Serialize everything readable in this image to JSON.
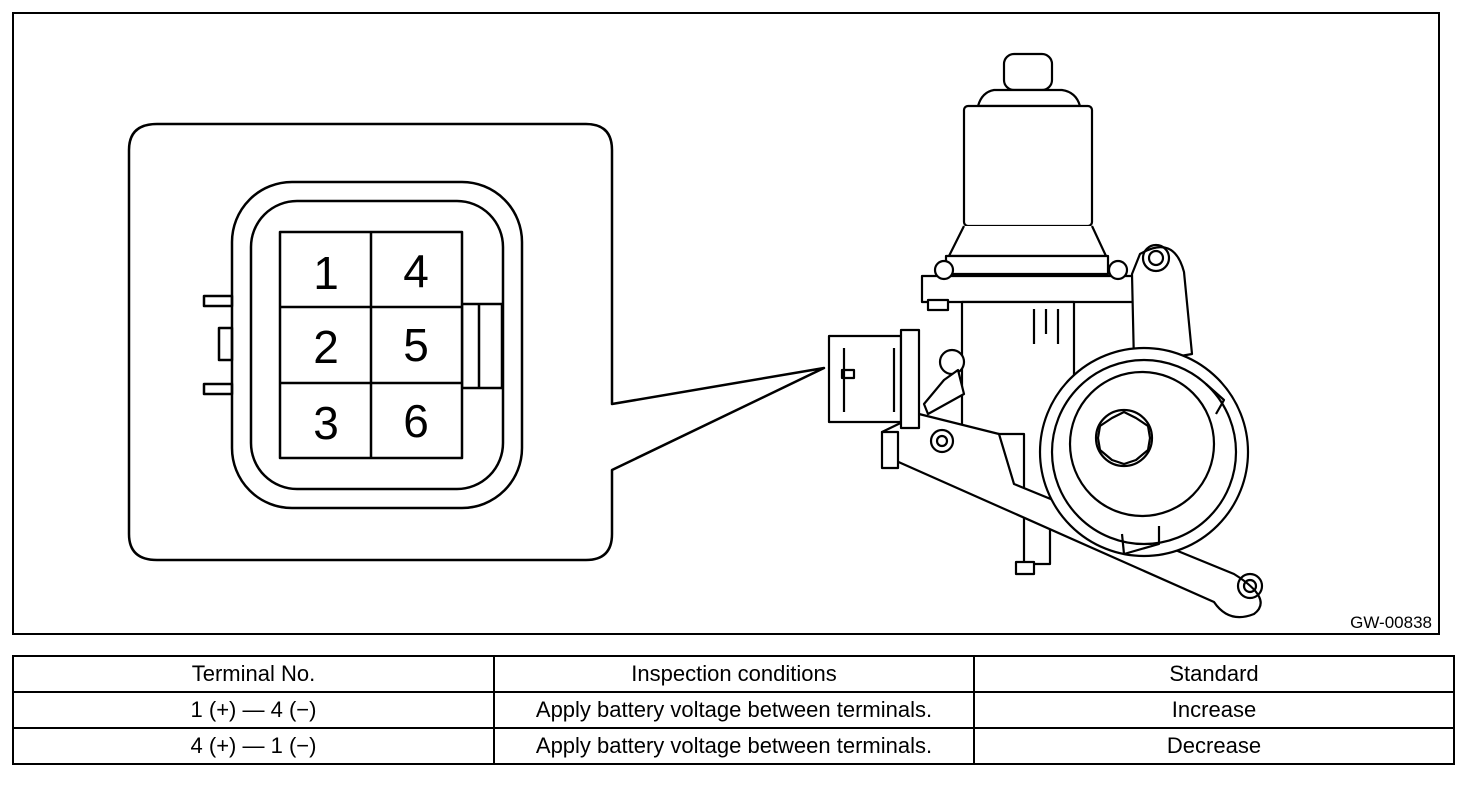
{
  "figure": {
    "figure_code": "GW-00838",
    "connector_terminals": [
      "1",
      "2",
      "3",
      "4",
      "5",
      "6"
    ]
  },
  "table": {
    "headers": [
      "Terminal No.",
      "Inspection conditions",
      "Standard"
    ],
    "rows": [
      [
        "1 (+) — 4 (−)",
        "Apply battery voltage between terminals.",
        "Increase"
      ],
      [
        "4 (+) — 1 (−)",
        "Apply battery voltage between terminals.",
        "Decrease"
      ]
    ]
  }
}
